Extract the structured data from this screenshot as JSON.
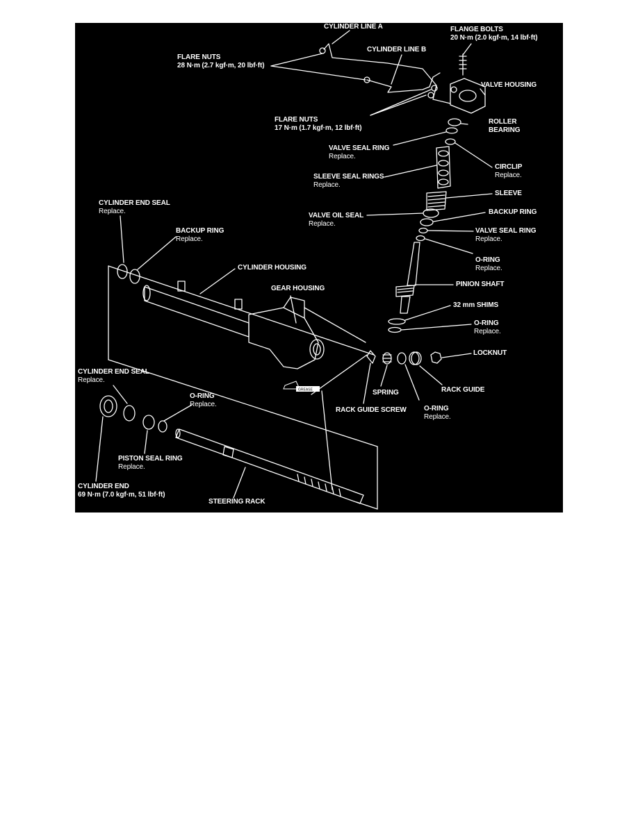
{
  "figure": {
    "labels": {
      "cylinder_line_a": {
        "name": "CYLINDER LINE A"
      },
      "flange_bolts": {
        "name": "FLANGE BOLTS",
        "sub": "20 N·m (2.0 kgf·m, 14 lbf·ft)"
      },
      "cylinder_line_b": {
        "name": "CYLINDER LINE B"
      },
      "flare_nuts_upper": {
        "name": "FLARE NUTS",
        "sub": "28 N·m (2.7 kgf·m, 20 lbf·ft)"
      },
      "valve_housing": {
        "name": "VALVE HOUSING"
      },
      "flare_nuts_lower": {
        "name": "FLARE NUTS",
        "sub": "17 N·m (1.7 kgf·m, 12 lbf·ft)"
      },
      "roller_bearing": {
        "name": "ROLLER",
        "sub": "BEARING"
      },
      "valve_seal_ring_upper": {
        "name": "VALVE SEAL RING",
        "sub": "Replace."
      },
      "circlip": {
        "name": "CIRCLIP",
        "sub": "Replace."
      },
      "sleeve_seal_rings": {
        "name": "SLEEVE SEAL RINGS",
        "sub": "Replace."
      },
      "sleeve": {
        "name": "SLEEVE"
      },
      "cylinder_end_seal_upper": {
        "name": "CYLINDER END SEAL",
        "sub": "Replace."
      },
      "valve_oil_seal": {
        "name": "VALVE OIL SEAL",
        "sub": "Replace."
      },
      "backup_ring_right": {
        "name": "BACKUP RING"
      },
      "backup_ring_left": {
        "name": "BACKUP RING",
        "sub": "Replace."
      },
      "valve_seal_ring_lower": {
        "name": "VALVE SEAL RING",
        "sub": "Replace."
      },
      "o_ring_pinion": {
        "name": "O-RING",
        "sub": "Replace."
      },
      "cylinder_housing": {
        "name": "CYLINDER HOUSING"
      },
      "pinion_shaft": {
        "name": "PINION SHAFT"
      },
      "gear_housing": {
        "name": "GEAR HOUSING"
      },
      "shims": {
        "name": "32 mm SHIMS"
      },
      "o_ring_shims": {
        "name": "O-RING",
        "sub": "Replace."
      },
      "locknut": {
        "name": "LOCKNUT"
      },
      "cylinder_end_seal_lower": {
        "name": "CYLINDER END SEAL",
        "sub": "Replace."
      },
      "spring": {
        "name": "SPRING"
      },
      "rack_guide": {
        "name": "RACK GUIDE"
      },
      "o_ring_left": {
        "name": "O-RING",
        "sub": "Replace."
      },
      "rack_guide_screw": {
        "name": "RACK GUIDE SCREW"
      },
      "o_ring_rack_guide": {
        "name": "O-RING",
        "sub": "Replace."
      },
      "piston_seal_ring": {
        "name": "PISTON SEAL RING",
        "sub": "Replace."
      },
      "cylinder_end": {
        "name": "CYLINDER END",
        "sub": "69 N·m (7.0 kgf·m, 51 lbf·ft)"
      },
      "steering_rack": {
        "name": "STEERING RACK"
      }
    },
    "grease_tag": "GREASE"
  }
}
